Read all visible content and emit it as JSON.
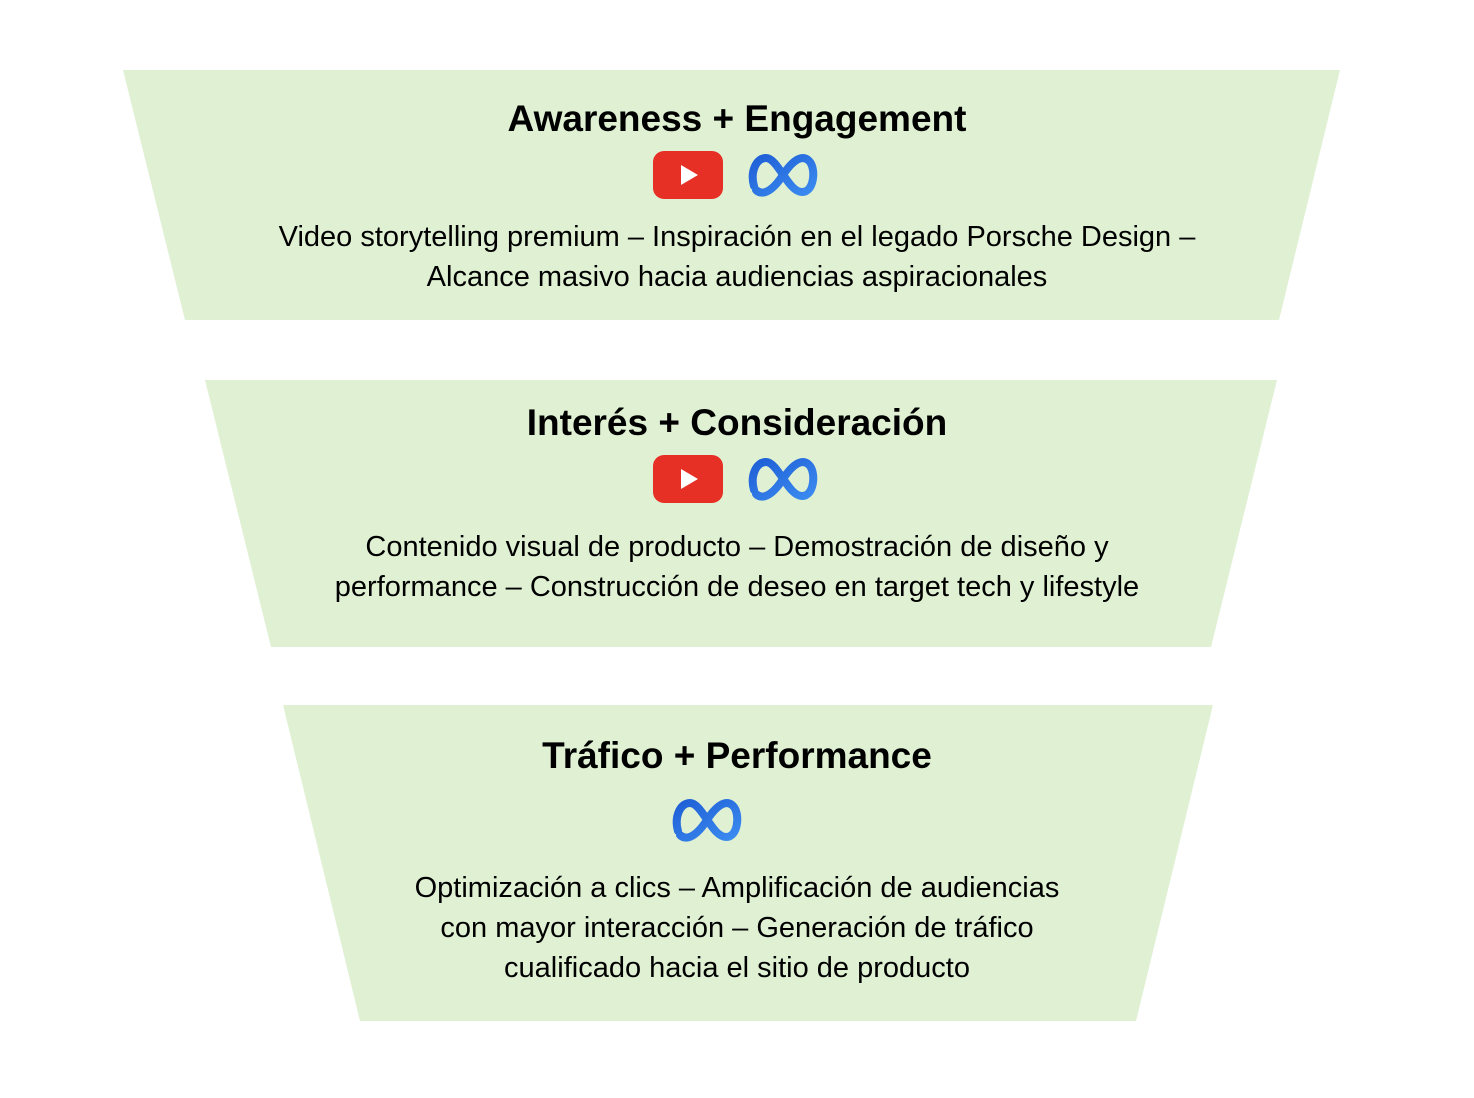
{
  "colors": {
    "stage_fill": "#dff0d3",
    "youtube_red": "#e62f25",
    "meta_blue": "#2f6fe0"
  },
  "stages": [
    {
      "title": "Awareness + Engagement",
      "icons": [
        "youtube-icon",
        "meta-icon"
      ],
      "lines": [
        "Video storytelling premium – Inspiración en el legado Porsche Design –",
        "Alcance masivo hacia audiencias aspiracionales"
      ]
    },
    {
      "title": "Interés + Consideración",
      "icons": [
        "youtube-icon",
        "meta-icon"
      ],
      "lines": [
        "Contenido visual de producto – Demostración de diseño y",
        "performance – Construcción de deseo en target tech y lifestyle"
      ]
    },
    {
      "title": "Tráfico + Performance",
      "icons": [
        "meta-icon"
      ],
      "lines": [
        "Optimización a clics – Amplificación de audiencias",
        "con mayor interacción – Generación de tráfico",
        "cualificado hacia el sitio de producto"
      ]
    }
  ]
}
